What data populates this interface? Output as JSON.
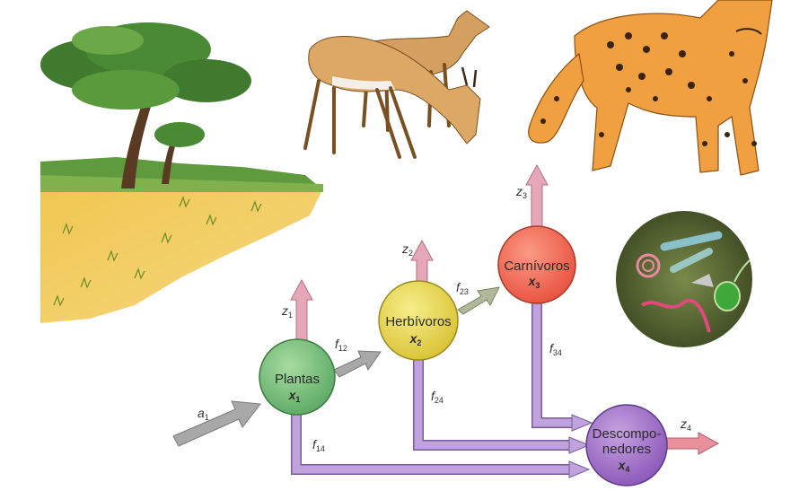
{
  "nodes": {
    "plantas": {
      "name": "Plantas",
      "var": "x",
      "sub": "1"
    },
    "herbivoros": {
      "name": "Herbívoros",
      "var": "x",
      "sub": "2"
    },
    "carnivoros": {
      "name": "Carnívoros",
      "var": "x",
      "sub": "3"
    },
    "descomponedores": {
      "line1": "Descompo-",
      "line2": "nedores",
      "var": "x",
      "sub": "4"
    }
  },
  "flows": {
    "a1": {
      "sym": "a",
      "sub": "1"
    },
    "z1": {
      "sym": "z",
      "sub": "1"
    },
    "z2": {
      "sym": "z",
      "sub": "2"
    },
    "z3": {
      "sym": "z",
      "sub": "3"
    },
    "z4": {
      "sym": "z",
      "sub": "4"
    },
    "f12": {
      "sym": "f",
      "sub": "12"
    },
    "f23": {
      "sym": "f",
      "sub": "23"
    },
    "f24": {
      "sym": "f",
      "sub": "24"
    },
    "f34": {
      "sym": "f",
      "sub": "34"
    },
    "f14": {
      "sym": "f",
      "sub": "14"
    }
  },
  "colors": {
    "plantas": "#7fc27f",
    "herbivoros": "#e8d84a",
    "carnivoros": "#f06b55",
    "descomponedores": "#9b6bc4",
    "z_arrows": "#e6a8b8",
    "input_arrow": "#a8a8a8",
    "decomp_arrows": "#b89ad0"
  }
}
